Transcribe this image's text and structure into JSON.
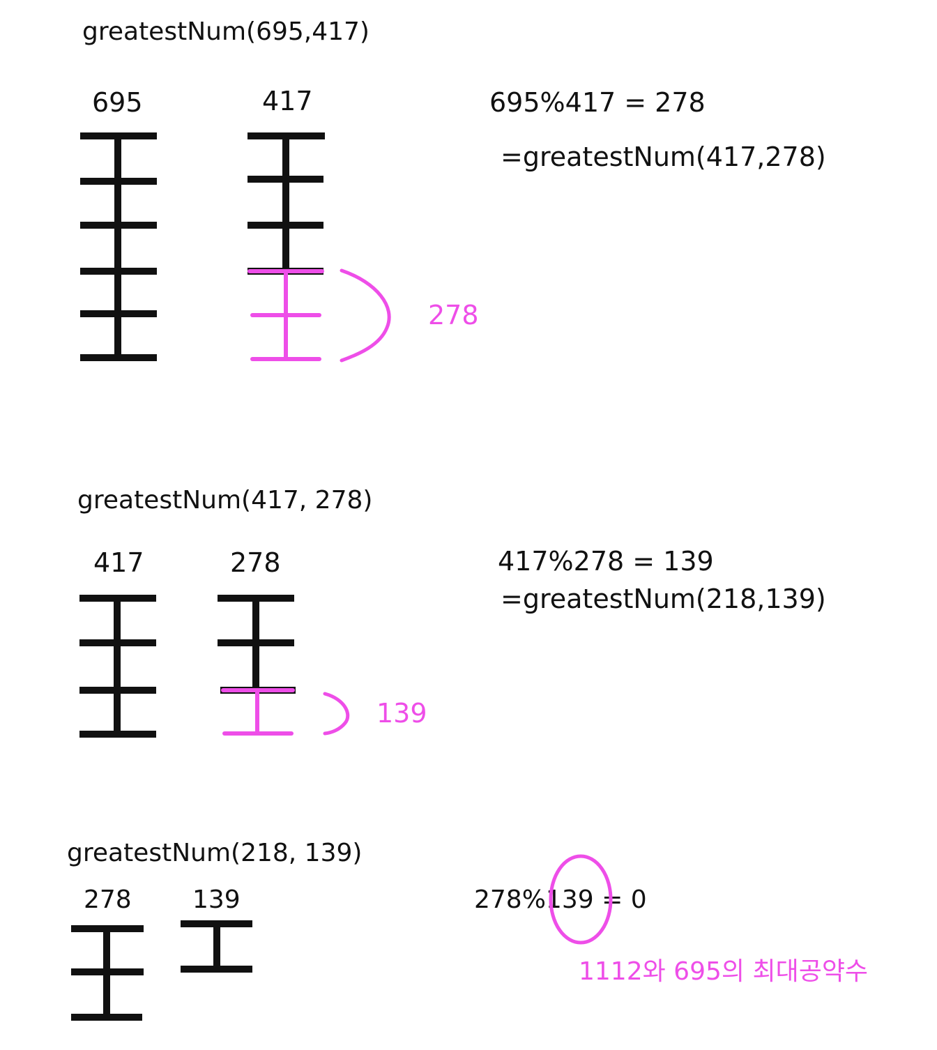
{
  "colors": {
    "ink": "#111111",
    "highlight": "#ee4ee8"
  },
  "step1": {
    "title": "greatestNum(695,417)",
    "left_label": "695",
    "right_label": "417",
    "equation": "695%417 = 278",
    "next_call": "=greatestNum(417,278)",
    "remainder_label": "278"
  },
  "step2": {
    "title": "greatestNum(417, 278)",
    "left_label": "417",
    "right_label": "278",
    "equation": "417%278 = 139",
    "next_call": "=greatestNum(218,139)",
    "remainder_label": "139"
  },
  "step3": {
    "title": "greatestNum(218, 139)",
    "left_label": "278",
    "right_label": "139",
    "equation_left": "278%",
    "equation_circled": "139",
    "equation_right": " = 0",
    "conclusion": "1112와 695의 최대공약수"
  }
}
